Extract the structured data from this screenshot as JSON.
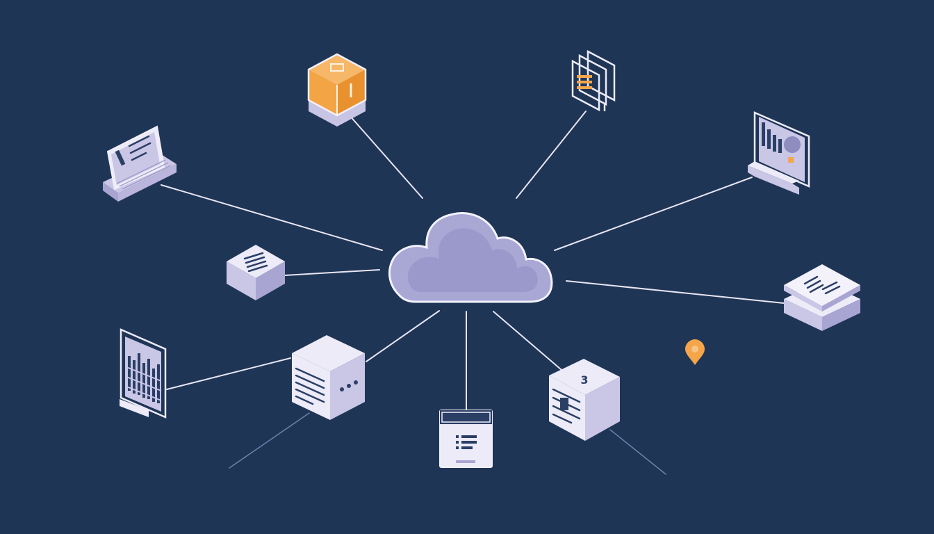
{
  "diagram": {
    "center_node": {
      "icon": "cloud-icon"
    },
    "nodes": [
      {
        "id": "top-left-cube",
        "icon": "cube-icon",
        "color": "#f5a54a"
      },
      {
        "id": "top-document",
        "icon": "document-stack-icon"
      },
      {
        "id": "laptop",
        "icon": "laptop-icon"
      },
      {
        "id": "monitor",
        "icon": "monitor-chart-icon"
      },
      {
        "id": "left-server-block",
        "icon": "server-block-icon"
      },
      {
        "id": "right-stack",
        "icon": "stacked-server-icon"
      },
      {
        "id": "tablet",
        "icon": "tablet-chart-icon"
      },
      {
        "id": "server-box",
        "icon": "server-box-icon"
      },
      {
        "id": "bottom-device",
        "icon": "display-device-icon"
      },
      {
        "id": "number-cube",
        "icon": "numbered-cube-icon",
        "label": "3"
      },
      {
        "id": "location-pin",
        "icon": "location-pin-icon",
        "color": "#f5a54a"
      }
    ],
    "colors": {
      "background": "#1f3556",
      "accent": "#f5a54a",
      "cloud": "#a9a7d4",
      "line": "#e8e6f2"
    }
  }
}
